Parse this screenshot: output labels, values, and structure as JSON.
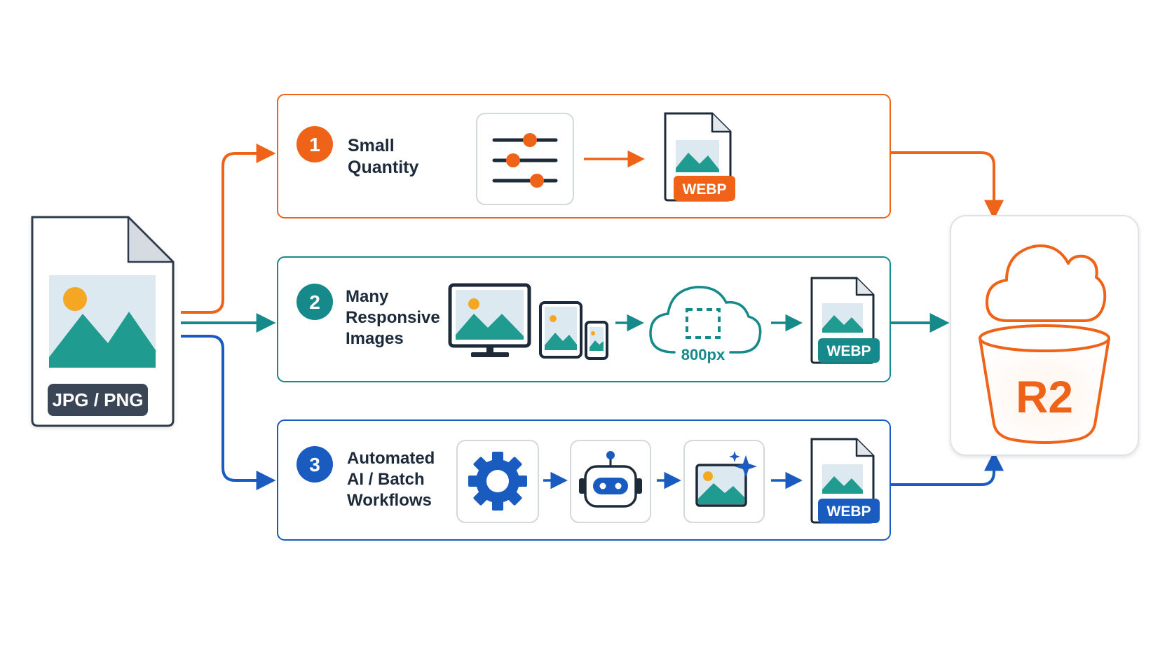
{
  "source_file": {
    "label": "JPG / PNG"
  },
  "rows": [
    {
      "number": "1",
      "title_lines": [
        "Small",
        "Quantity"
      ],
      "badge": "WEBP"
    },
    {
      "number": "2",
      "title_lines": [
        "Many",
        "Responsive",
        "Images"
      ],
      "resize_label": "800px",
      "badge": "WEBP"
    },
    {
      "number": "3",
      "title_lines": [
        "Automated",
        "AI / Batch",
        "Workflows"
      ],
      "badge": "WEBP"
    }
  ],
  "destination": {
    "label": "R2"
  },
  "colors": {
    "orange": "#ef6318",
    "teal": "#16898a",
    "blue": "#1a5bc0",
    "navy": "#1d2a3a",
    "label_bg": "#3a4656",
    "mountain": "#1f9b90",
    "sun": "#f5a623",
    "sky": "#dde9f0"
  },
  "icons": {
    "source": "image-file-icon",
    "row1": [
      "sliders-icon",
      "webp-file-icon"
    ],
    "row2": [
      "devices-icon",
      "cloud-resize-icon",
      "webp-file-icon"
    ],
    "row3": [
      "gear-icon",
      "robot-icon",
      "ai-image-icon",
      "webp-file-icon"
    ],
    "destination": "r2-bucket-cloud-icon"
  }
}
